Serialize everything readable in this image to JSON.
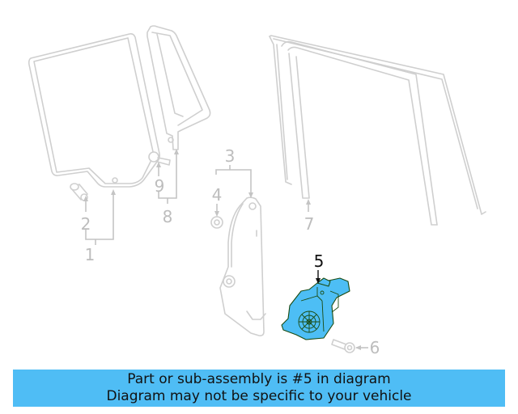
{
  "diagram": {
    "highlight_color": "#4DBEF5",
    "ghost_color": "#CFCFCF",
    "highlighted_part": "5",
    "callouts": [
      {
        "id": "1",
        "label": "1"
      },
      {
        "id": "2",
        "label": "2"
      },
      {
        "id": "3",
        "label": "3"
      },
      {
        "id": "4",
        "label": "4"
      },
      {
        "id": "5",
        "label": "5"
      },
      {
        "id": "6",
        "label": "6"
      },
      {
        "id": "7",
        "label": "7"
      },
      {
        "id": "8",
        "label": "8"
      },
      {
        "id": "9",
        "label": "9"
      }
    ]
  },
  "banner": {
    "background": "#4FBDF5",
    "line1": "Part or sub-assembly is #5 in diagram",
    "line2": "Diagram may not be specific to your vehicle"
  }
}
